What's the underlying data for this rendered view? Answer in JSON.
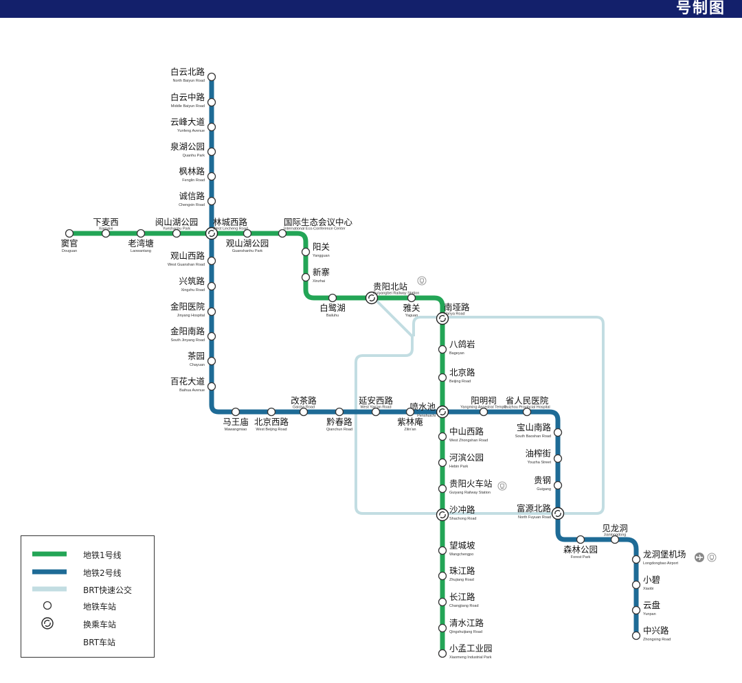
{
  "header": {
    "corner_text": "号制图"
  },
  "colors": {
    "line1": "#23a556",
    "line2": "#1e6b96",
    "brt": "#c2dde2",
    "header_bg": "#13206b"
  },
  "icons": {
    "railway": "railway-station-icon",
    "airport": "airplane-icon"
  },
  "legend": {
    "items": [
      {
        "icon": "line-1-swatch",
        "label": "地铁1号线"
      },
      {
        "icon": "line-2-swatch",
        "label": "地铁2号线"
      },
      {
        "icon": "brt-swatch",
        "label": "BRT快速公交"
      },
      {
        "icon": "station-circle-icon",
        "label": "地铁车站"
      },
      {
        "icon": "transfer-station-icon",
        "label": "换乘车站"
      },
      {
        "icon": "",
        "label": "BRT车站"
      }
    ]
  },
  "stations": {
    "line2_north": [
      {
        "zh": "白云北路",
        "en": "North Baiyun Road"
      },
      {
        "zh": "白云中路",
        "en": "Middle Baiyun Road"
      },
      {
        "zh": "云峰大道",
        "en": "Yunfeng Avenue"
      },
      {
        "zh": "泉湖公园",
        "en": "Quanhu Park"
      },
      {
        "zh": "枫林路",
        "en": "Fenglin Road"
      },
      {
        "zh": "诚信路",
        "en": "Chengxin Road"
      }
    ],
    "line1_west": [
      {
        "zh": "窦官",
        "en": "Douguan"
      },
      {
        "zh": "下麦西",
        "en": "Xiamaixi"
      },
      {
        "zh": "老湾塘",
        "en": "Laowantang"
      },
      {
        "zh": "阅山湖公园",
        "en": "Yueshanhu Park"
      }
    ],
    "transfer_west": {
      "zh": "林城西路",
      "en": "West Lincheng Road"
    },
    "line1_east_of_transfer": [
      {
        "zh": "观山湖公园",
        "en": "Guanshanhu Park"
      },
      {
        "zh": "国际生态会议中心",
        "en": "International Eco-Conference Center"
      },
      {
        "zh": "阳关",
        "en": "Yangguan"
      },
      {
        "zh": "新寨",
        "en": "Xinzhai"
      },
      {
        "zh": "白鹭湖",
        "en": "Bailuhu"
      }
    ],
    "transfer_guiyangbei": {
      "zh": "贵阳北站",
      "en": "Guiyangbei Railway Station"
    },
    "line1_yaguan": {
      "zh": "雅关",
      "en": "Yaguan"
    },
    "transfer_nanya": {
      "zh": "南垭路",
      "en": "Nanya Road"
    },
    "line1_center": [
      {
        "zh": "八鸽岩",
        "en": "Bageyan"
      },
      {
        "zh": "北京路",
        "en": "Beijing Road"
      }
    ],
    "transfer_penshuichi": {
      "zh": "喷水池",
      "en": "Penshuichi"
    },
    "line1_south": [
      {
        "zh": "中山西路",
        "en": "West Zhongshan Road"
      },
      {
        "zh": "河滨公园",
        "en": "Hebin Park"
      },
      {
        "zh": "贵阳火车站",
        "en": "Guiyang Railway Station"
      }
    ],
    "transfer_shachong": {
      "zh": "沙冲路",
      "en": "Shachong Road"
    },
    "line1_far_south": [
      {
        "zh": "望城坡",
        "en": "Wangchengpo"
      },
      {
        "zh": "珠江路",
        "en": "Zhujiang Road"
      },
      {
        "zh": "长江路",
        "en": "Changjiang Road"
      },
      {
        "zh": "清水江路",
        "en": "Qingshuijiang Road"
      },
      {
        "zh": "小孟工业园",
        "en": "Xiaomeng Industrial Park"
      }
    ],
    "line2_west_vertical": [
      {
        "zh": "观山西路",
        "en": "West Guanshan Road"
      },
      {
        "zh": "兴筑路",
        "en": "Xingzhu Road"
      },
      {
        "zh": "金阳医院",
        "en": "Jinyang Hospital"
      },
      {
        "zh": "金阳南路",
        "en": "South Jinyang Road"
      },
      {
        "zh": "茶园",
        "en": "Chayuan"
      },
      {
        "zh": "百花大道",
        "en": "Baihua Avenue"
      }
    ],
    "line2_central": [
      {
        "zh": "马王庙",
        "en": "Mawangmiao"
      },
      {
        "zh": "北京西路",
        "en": "West Beijing Road"
      },
      {
        "zh": "改茶路",
        "en": "Gaicha Road"
      },
      {
        "zh": "黔春路",
        "en": "Qianchun Road"
      },
      {
        "zh": "延安西路",
        "en": "West Yan'an Road"
      },
      {
        "zh": "紫林庵",
        "en": "Zilin'an"
      }
    ],
    "line2_east": [
      {
        "zh": "阳明祠",
        "en": "Yangming Ancestral Temple"
      },
      {
        "zh": "省人民医院",
        "en": "Guizhou Provincial Hospital"
      },
      {
        "zh": "宝山南路",
        "en": "South Baoshan Road"
      },
      {
        "zh": "油榨街",
        "en": "Youzha Street"
      },
      {
        "zh": "贵钢",
        "en": "Guigang"
      }
    ],
    "transfer_fuyuan": {
      "zh": "富源北路",
      "en": "North Fuyuan Road"
    },
    "line2_southeast": [
      {
        "zh": "森林公园",
        "en": "Forest Park"
      },
      {
        "zh": "见龙洞",
        "en": "Jianlongdong"
      },
      {
        "zh": "龙洞堡机场",
        "en": "Longdongbao Airport"
      },
      {
        "zh": "小碧",
        "en": "Xiaobi"
      },
      {
        "zh": "云盘",
        "en": "Yunpan"
      },
      {
        "zh": "中兴路",
        "en": "Zhongxing Road"
      }
    ]
  }
}
